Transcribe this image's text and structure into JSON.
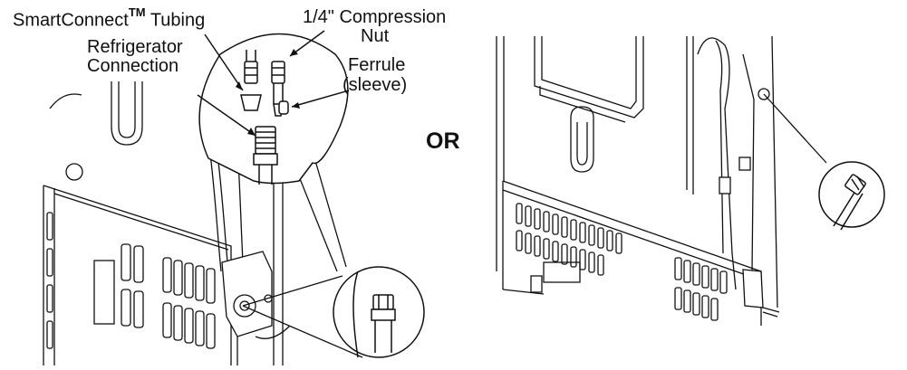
{
  "labels": {
    "smartconnect_text": "SmartConnect",
    "smartconnect_tm": "TM",
    "smartconnect_suffix": " Tubing",
    "compression_nut_line1": "1/4\" Compression",
    "compression_nut_line2": "Nut",
    "refrigerator_connection_line1": "Refrigerator",
    "refrigerator_connection_line2": "Connection",
    "ferrule_line1": "Ferrule",
    "ferrule_line2": "(sleeve)",
    "or": "OR"
  }
}
